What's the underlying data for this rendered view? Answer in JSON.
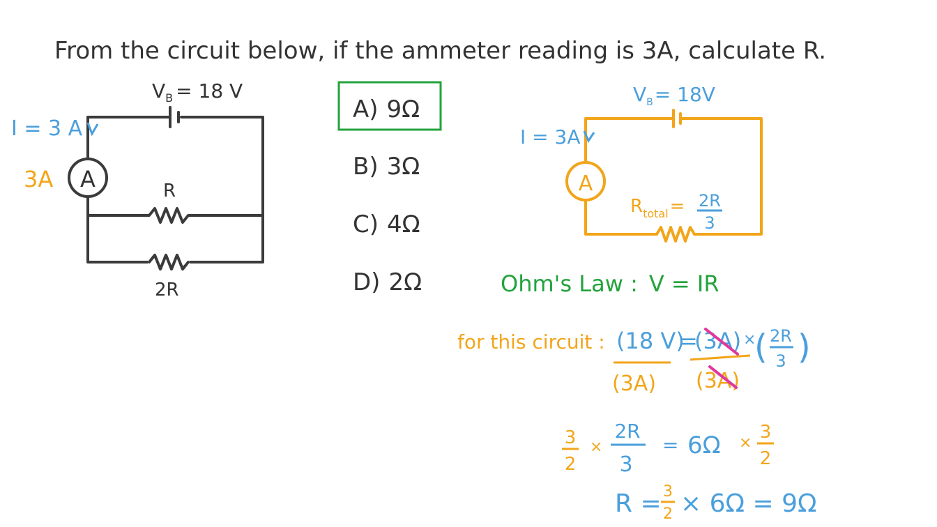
{
  "question": "From the circuit below, if the ammeter reading is 3A, calculate R.",
  "left_circuit": {
    "battery_label": "V",
    "battery_sub": "B",
    "battery_value": "= 18 V",
    "current_label": "I = 3 A",
    "ammeter_reading": "3A",
    "ammeter_symbol": "A",
    "resistor_top_label": "R",
    "resistor_bottom_label": "2R"
  },
  "options": [
    {
      "label": "A)",
      "value": "9Ω",
      "correct": true
    },
    {
      "label": "B)",
      "value": "3Ω",
      "correct": false
    },
    {
      "label": "C)",
      "value": "4Ω",
      "correct": false
    },
    {
      "label": "D)",
      "value": "2Ω",
      "correct": false
    }
  ],
  "right_circuit": {
    "battery_label": "V",
    "battery_sub": "B",
    "battery_value": "= 18V",
    "current_label": "I = 3A",
    "ammeter_symbol": "A",
    "rtotal_label": "R",
    "rtotal_sub": "total",
    "rtotal_eq": "=",
    "rtotal_num": "2R",
    "rtotal_den": "3"
  },
  "ohms_law": {
    "label": "Ohm's Law :",
    "formula": "V = IR"
  },
  "work": {
    "prefix": "for this circuit :",
    "lhs_num": "(18 V)",
    "eq1": "=",
    "i_term": "(3A)",
    "times1": "×",
    "paren_open": "(",
    "paren_close": ")",
    "frac_num": "2R",
    "frac_den": "3",
    "lhs_den": "(3A)",
    "rhs_den": "(3A)",
    "l2_frac_num": "3",
    "l2_frac_den": "2",
    "l2_times": "×",
    "l2_2r": "2R",
    "l2_3": "3",
    "l2_eq": "=",
    "l2_rhs": "6Ω",
    "l2_times2": "×",
    "l2_rhs_num": "3",
    "l2_rhs_den": "2",
    "l3_r": "R =",
    "l3_num": "3",
    "l3_den": "2",
    "l3_rest": "× 6Ω = 9Ω"
  },
  "colors": {
    "dark": "#333333",
    "blue": "#4a9fdc",
    "orange": "#f2a51a",
    "green": "#23a33d",
    "magenta": "#e0389e"
  }
}
